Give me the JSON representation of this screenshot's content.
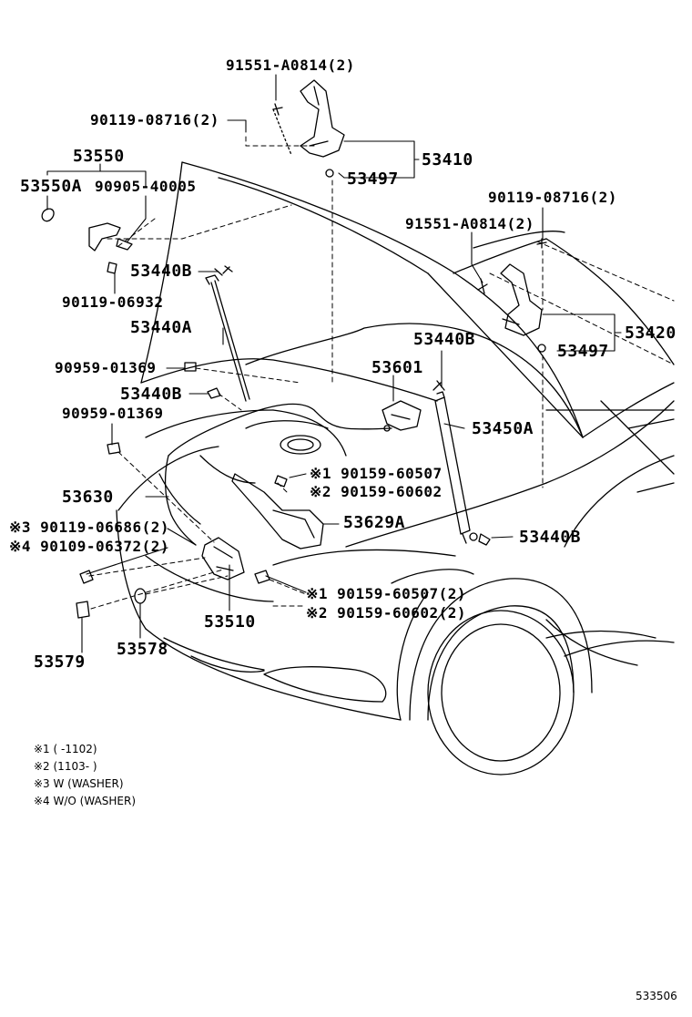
{
  "labels": {
    "p91551_top": "91551-A0814(2)",
    "p90119_top": "90119-08716(2)",
    "p53550": "53550",
    "p53550A": "53550A",
    "p90905": "90905-40005",
    "p53410": "53410",
    "p53497_top": "53497",
    "p90119_right": "90119-08716(2)",
    "p91551_right": "91551-A0814(2)",
    "p53440B_1": "53440B",
    "p90119_06932": "90119-06932",
    "p53440A": "53440A",
    "p53420": "53420",
    "p53497_right": "53497",
    "p53440B_2": "53440B",
    "p90959_1": "90959-01369",
    "p53601": "53601",
    "p53440B_3": "53440B",
    "p90959_2": "90959-01369",
    "p53450A": "53450A",
    "p90159_a": "※1 90159-60507",
    "p90159_b": "※2 90159-60602",
    "p53630": "53630",
    "p53629A": "53629A",
    "p90119_06686": "※3 90119-06686(2)",
    "p90109": "※4 90109-06372(2)",
    "p53440B_4": "53440B",
    "p90159_c": "※1 90159-60507(2)",
    "p90159_d": "※2 90159-60602(2)",
    "p53510": "53510",
    "p53578": "53578",
    "p53579": "53579"
  },
  "notes": [
    "※1 (      -1102)",
    "※2 (1103-      )",
    "※3 W (WASHER)",
    "※4 W/O (WASHER)"
  ],
  "diagram_code": "533506"
}
